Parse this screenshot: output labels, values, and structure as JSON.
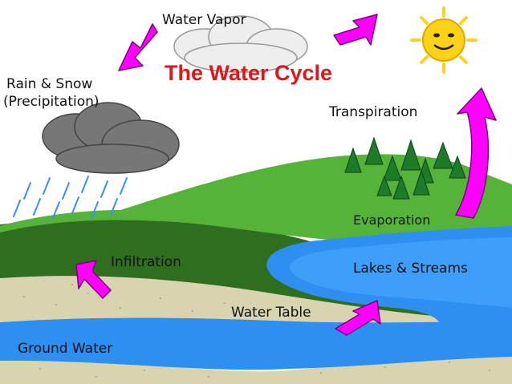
{
  "diagram": {
    "title": "The Water Cycle",
    "labels": {
      "water_vapor": "Water Vapor",
      "rain_snow": "Rain & Snow",
      "precipitation": "(Precipitation)",
      "transpiration": "Transpiration",
      "evaporation": "Evaporation",
      "infiltration": "Infiltration",
      "lakes_streams": "Lakes & Streams",
      "water_table": "Water Table",
      "ground_water": "Ground Water"
    },
    "colors": {
      "title": "#e0161b",
      "arrow": "#ff00ff",
      "sky": "#ffffff",
      "grass_light": "#55b33a",
      "grass_dark": "#2f6e1f",
      "water": "#2d8ff0",
      "water_light": "#4aa8ff",
      "soil": "#d8d4b0",
      "cloud_rain": "#777777",
      "cloud_vapor": "#eeeeee",
      "sun": "#ffd21a",
      "tree": "#1f7a2a",
      "rain": "#3b8cff"
    }
  }
}
